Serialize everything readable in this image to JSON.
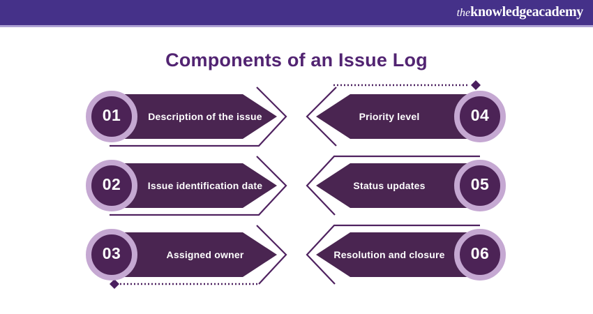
{
  "header": {
    "logo": {
      "the": "the",
      "knowledge": "knowledge",
      "academy": "academy"
    }
  },
  "title": "Components of an Issue Log",
  "items": [
    {
      "number": "01",
      "label": "Description of the issue",
      "side": "left",
      "connector": "solid-bottom-line"
    },
    {
      "number": "02",
      "label": "Issue identification date",
      "side": "left",
      "connector": "solid-bottom-line"
    },
    {
      "number": "03",
      "label": "Assigned owner",
      "side": "left",
      "connector": "dotted-bottom-line-with-diamond"
    },
    {
      "number": "04",
      "label": "Priority level",
      "side": "right",
      "connector": "dotted-top-line-with-diamond"
    },
    {
      "number": "05",
      "label": "Status updates",
      "side": "right",
      "connector": "solid-top-line"
    },
    {
      "number": "06",
      "label": "Resolution and closure",
      "side": "right",
      "connector": "solid-top-line"
    }
  ],
  "colors": {
    "header_background": "#453189",
    "header_underline": "#ada1d3",
    "title_text": "#522472",
    "arrow_fill": "#4a2551",
    "circle_fill": "#4c2356",
    "circle_ring": "#c5a8d2",
    "outline_stroke": "#4f2260",
    "item_text": "#ffffff"
  }
}
